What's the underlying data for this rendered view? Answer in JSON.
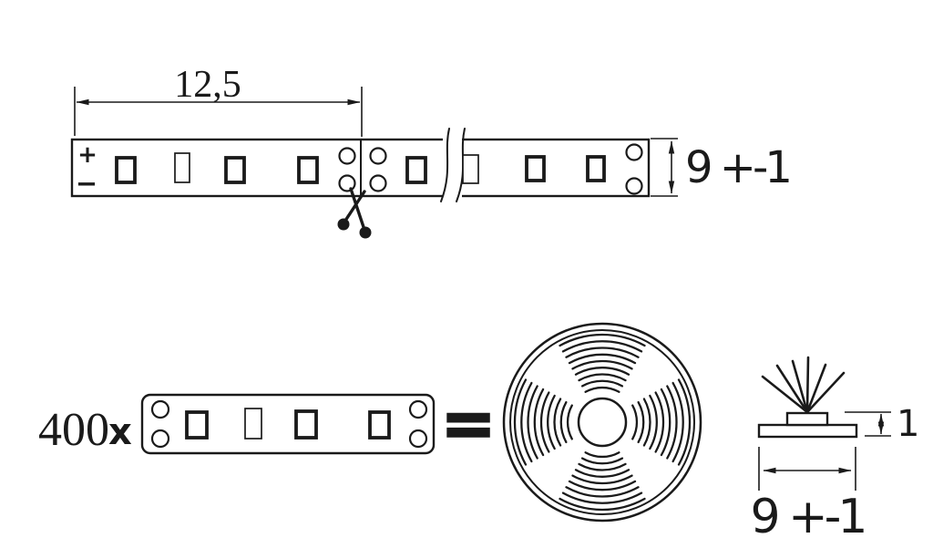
{
  "colors": {
    "ink": "#1a1a1a",
    "background": "#ffffff"
  },
  "top_view": {
    "cut_length": "12,5",
    "strip_width": "9 +-1",
    "plus": "+",
    "minus": "−"
  },
  "reel_view": {
    "quantity": "400",
    "multiplier": "x",
    "equals": "=",
    "profile_height": "1",
    "profile_width": "9 +-1"
  }
}
